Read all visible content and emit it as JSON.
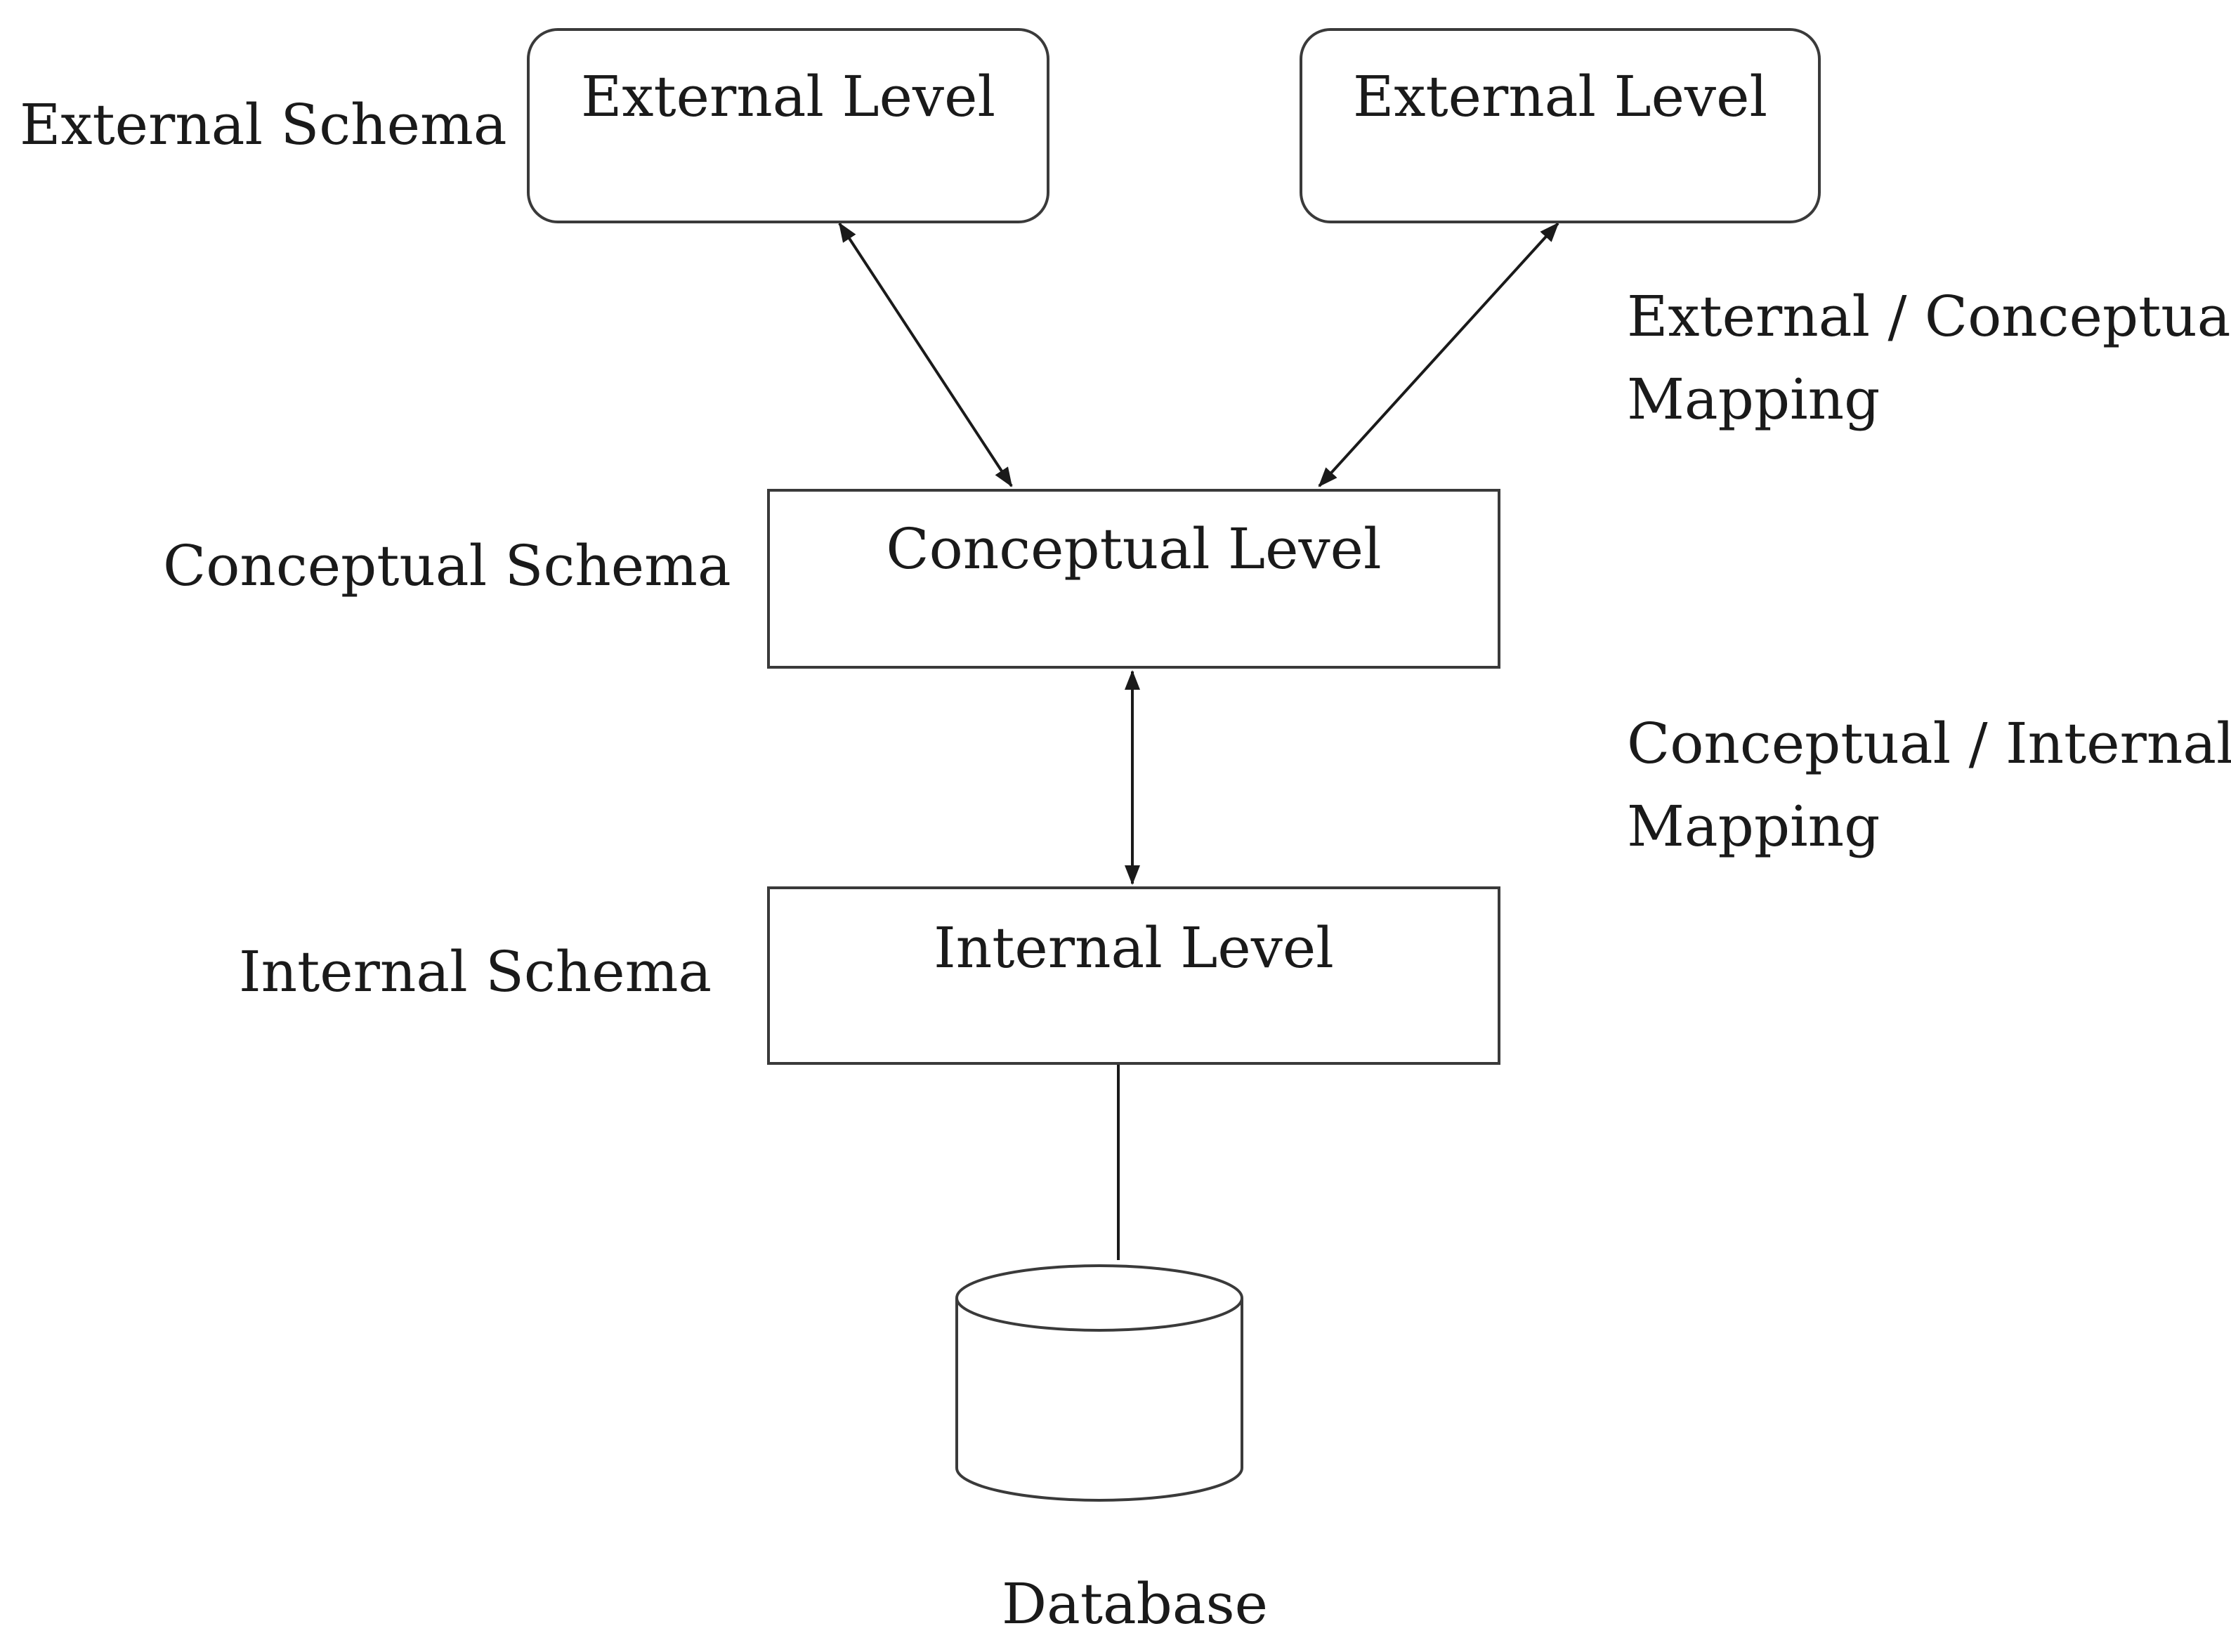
{
  "levels": {
    "external_left": "External Level",
    "external_right": "External Level",
    "conceptual": "Conceptual Level",
    "internal": "Internal Level"
  },
  "schemas": {
    "external": "External Schema",
    "conceptual": "Conceptual Schema",
    "internal": "Internal Schema"
  },
  "mappings": {
    "external_conceptual": [
      "External / Conceptual",
      "Mapping"
    ],
    "conceptual_internal": [
      "Conceptual / Internal",
      "Mapping"
    ]
  },
  "database": {
    "label": "Database"
  },
  "colors": {
    "stroke": "#3a3a3a",
    "line": "#1a1a1a",
    "text": "#1a1a1a",
    "background": "#ffffff"
  }
}
